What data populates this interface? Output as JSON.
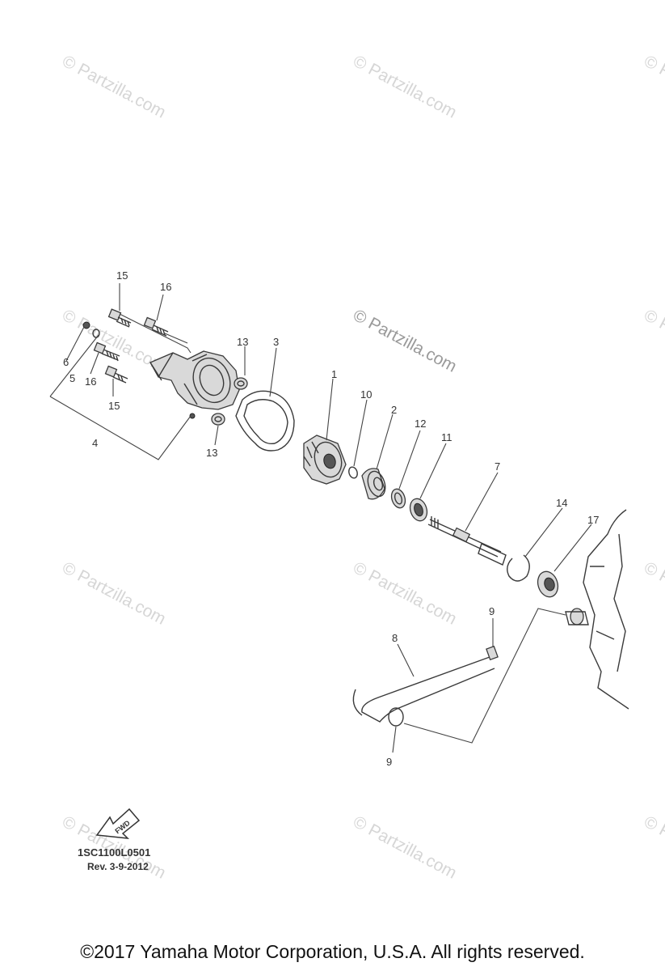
{
  "watermark": "© Partzilla.com",
  "callouts": {
    "c1": "1",
    "c2": "2",
    "c3": "3",
    "c4": "4",
    "c5": "5",
    "c6": "6",
    "c7": "7",
    "c8": "8",
    "c9a": "9",
    "c9b": "9",
    "c10": "10",
    "c11": "11",
    "c12": "12",
    "c13a": "13",
    "c13b": "13",
    "c14": "14",
    "c15a": "15",
    "c15b": "15",
    "c16a": "16",
    "c16b": "16",
    "c17": "17"
  },
  "fwd_label": "FWD",
  "diagram_code": "1SC1100L0501",
  "revision": "Rev.  3-9-2012",
  "copyright": "©2017  Yamaha Motor Corporation, U.S.A. All rights reserved."
}
